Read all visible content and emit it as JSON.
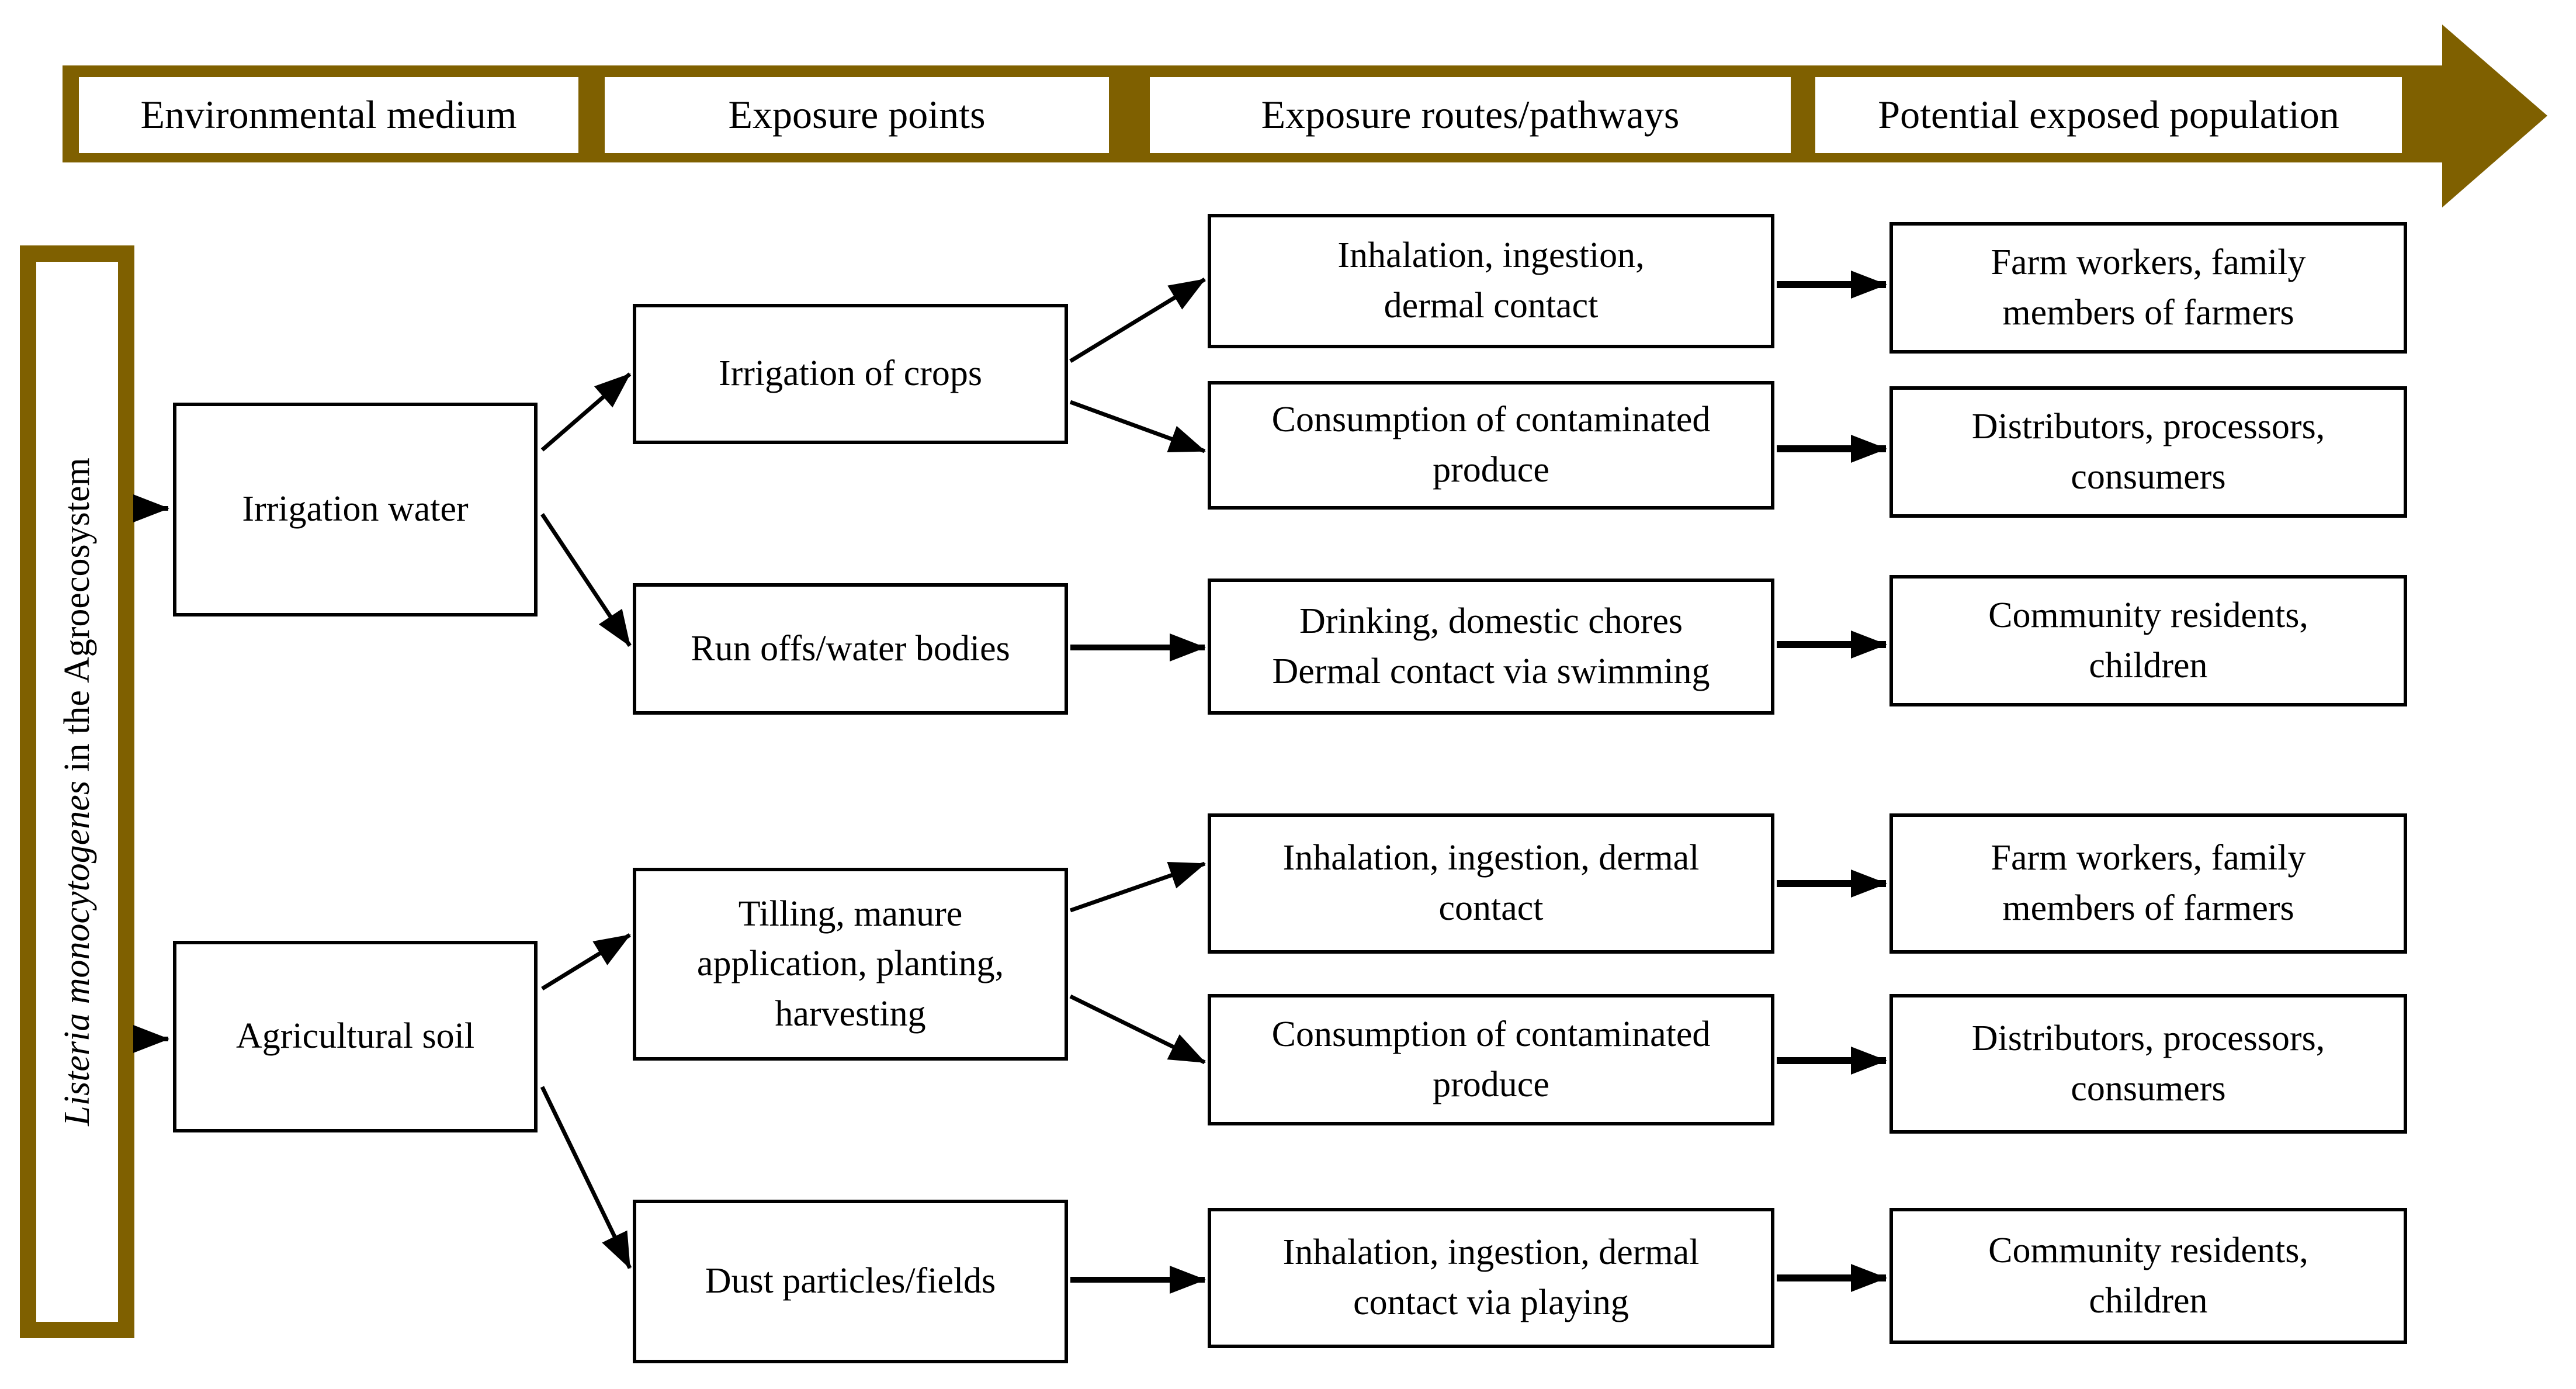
{
  "colors": {
    "accent": "#7f6000",
    "box_border": "#000000",
    "background": "#ffffff",
    "text": "#000000"
  },
  "header": {
    "columns": [
      {
        "label": "Environmental medium"
      },
      {
        "label": "Exposure points"
      },
      {
        "label": "Exposure routes/pathways"
      },
      {
        "label": "Potential exposed population"
      }
    ],
    "arrow_icon": "right-arrow"
  },
  "sidebar": {
    "title_italic": "Listeria monocytogenes",
    "title_rest": " in the Agroecosystem"
  },
  "flow": {
    "media": [
      {
        "label": "Irrigation water"
      },
      {
        "label": "Agricultural soil"
      }
    ],
    "exposure_points": [
      {
        "label": "Irrigation of crops"
      },
      {
        "label": "Run offs/water bodies"
      },
      {
        "label": "Tilling, manure\napplication, planting,\nharvesting"
      },
      {
        "label": "Dust particles/fields"
      }
    ],
    "routes": [
      {
        "label": "Inhalation, ingestion,\ndermal contact"
      },
      {
        "label": "Consumption of contaminated\nproduce"
      },
      {
        "label": "Drinking, domestic chores\nDermal contact via swimming"
      },
      {
        "label": "Inhalation, ingestion, dermal\ncontact"
      },
      {
        "label": "Consumption of contaminated\nproduce"
      },
      {
        "label": "Inhalation, ingestion, dermal\ncontact via playing"
      }
    ],
    "populations": [
      {
        "label": "Farm workers, family\nmembers of farmers"
      },
      {
        "label": "Distributors, processors,\nconsumers"
      },
      {
        "label": "Community residents,\nchildren"
      },
      {
        "label": "Farm workers, family\nmembers of farmers"
      },
      {
        "label": "Distributors, processors,\nconsumers"
      },
      {
        "label": "Community residents,\nchildren"
      }
    ]
  }
}
